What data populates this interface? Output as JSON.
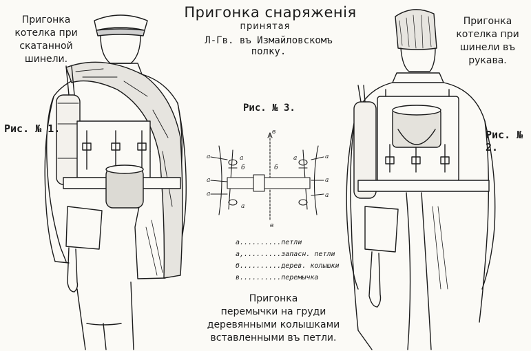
{
  "title": "Пригонка снаряженія",
  "subtitle": "принятая",
  "subtitle2": "Л-Гв. въ Измайловскомъ полку.",
  "left_caption": [
    "Пригонка",
    "котелка при",
    "скатанной",
    "шинели."
  ],
  "right_caption": [
    "Пригонка",
    "котелка при",
    "шинели въ",
    "рукава."
  ],
  "fig1_label": "Рис. № 1.",
  "fig2_label": "Рис. № 2.",
  "fig3_label": "Рис. № 3.",
  "fig3_letters": {
    "a": "а",
    "b": "б",
    "v": "в"
  },
  "legend": [
    {
      "key": "а",
      "text": "петли"
    },
    {
      "key": "а,",
      "text": "запасн. петли"
    },
    {
      "key": "б",
      "text": "дерев. колышки"
    },
    {
      "key": "в",
      "text": "перемычка"
    }
  ],
  "bottom_caption": [
    "Пригонка",
    "перемычки на груди",
    "деревянными колышками",
    "вставленными въ петли."
  ]
}
